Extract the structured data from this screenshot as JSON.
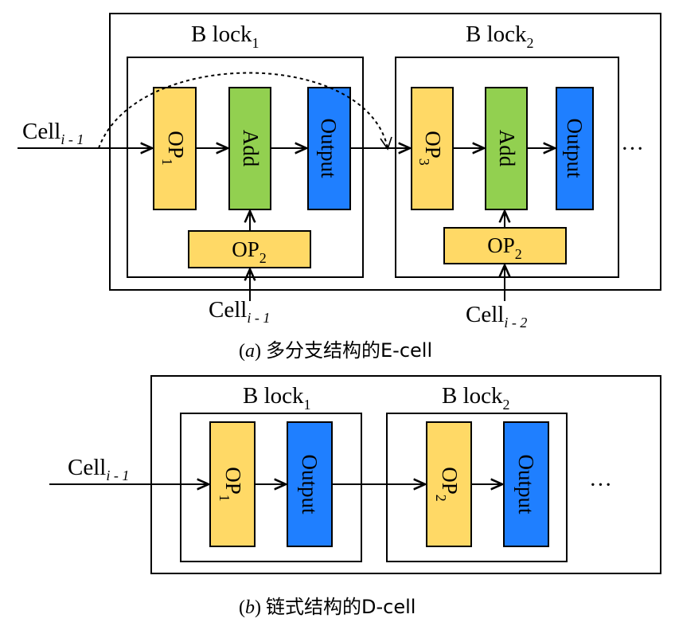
{
  "colors": {
    "op_fill": "#FFD966",
    "add_fill": "#92D050",
    "output_fill": "#1F7FFF",
    "stroke": "#000000"
  },
  "diagram_a": {
    "block1": {
      "title": "B lock",
      "sub": "1"
    },
    "block2": {
      "title": "B lock",
      "sub": "2"
    },
    "input_main": {
      "text": "Cell",
      "sub": "i - 1"
    },
    "input_b1": {
      "text": "Cell",
      "sub": "i - 1"
    },
    "input_b2": {
      "text": "Cell",
      "sub": "i - 2"
    },
    "b1_op1": {
      "text": "OP",
      "sub": "1"
    },
    "b1_add": "Add",
    "b1_output": "Output",
    "b1_op2": {
      "text": "OP",
      "sub": "2"
    },
    "b2_op3": {
      "text": "OP",
      "sub": "3"
    },
    "b2_add": "Add",
    "b2_output": "Output",
    "b2_op2": {
      "text": "OP",
      "sub": "2"
    },
    "ellipsis": "···",
    "caption": {
      "label": "a",
      "text": "多分支结构的E-cell"
    }
  },
  "diagram_b": {
    "block1": {
      "title": "B lock",
      "sub": "1"
    },
    "block2": {
      "title": "B lock",
      "sub": "2"
    },
    "input_main": {
      "text": "Cell",
      "sub": "i - 1"
    },
    "b1_op1": {
      "text": "OP",
      "sub": "1"
    },
    "b1_output": "Output",
    "b2_op2": {
      "text": "OP",
      "sub": "2"
    },
    "b2_output": "Output",
    "ellipsis": "···",
    "caption": {
      "label": "b",
      "text": "链式结构的D-cell"
    }
  }
}
